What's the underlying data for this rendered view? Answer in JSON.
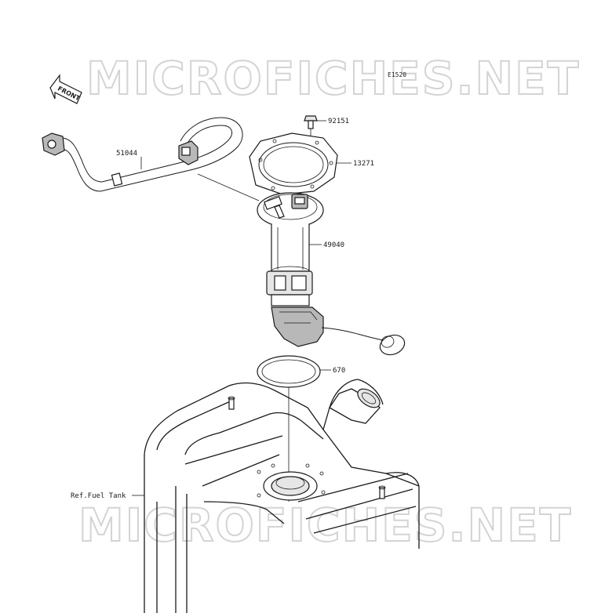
{
  "watermark": {
    "top_text": "MICROFICHES.NET",
    "bottom_text": "MICROFICHES.NET"
  },
  "diagram_code": "E1520",
  "front_indicator": "FRONT",
  "callouts": {
    "screw": "92151",
    "hose": "51044",
    "gasket": "13271",
    "pump": "49040",
    "o_ring": "670",
    "tank_ref": "Ref.Fuel Tank"
  }
}
